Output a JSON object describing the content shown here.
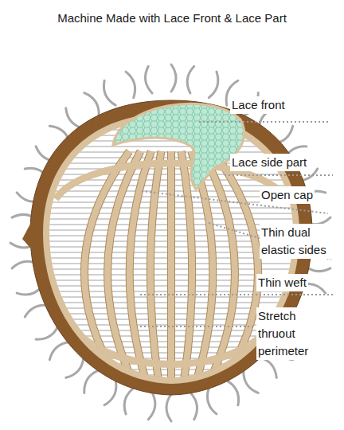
{
  "diagram": {
    "title": "Machine Made with Lace Front & Lace Part",
    "labels": [
      "Lace front",
      "Lace side part",
      "Open cap",
      "Thin dual elastic sides",
      "Thin weft",
      "Stretch thruout perimeter"
    ]
  }
}
